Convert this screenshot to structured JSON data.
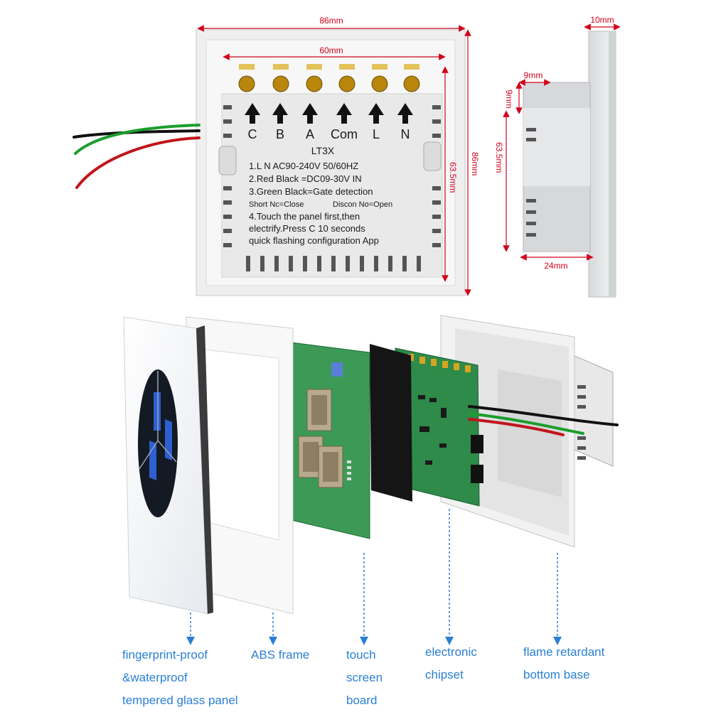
{
  "dimensions": {
    "front_width": "86mm",
    "inner_width": "60mm",
    "front_height": "86mm",
    "inner_height": "63.5mm",
    "side_thickness": "10mm",
    "side_offset_x": "9mm",
    "side_offset_y": "9mm",
    "side_height": "63.5mm",
    "side_depth": "24mm"
  },
  "terminals": [
    "C",
    "B",
    "A",
    "Com",
    "L",
    "N"
  ],
  "back_label": {
    "model": "LT3X",
    "lines": [
      "1.L N AC90-240V 50/60HZ",
      "2.Red Black =DC09-30V IN",
      "3.Green Black=Gate detection"
    ],
    "short_left": "Short Nc=Close",
    "short_right": "Discon No=Open",
    "instructions": [
      "4.Touch the panel first,then",
      "electrify.Press C 10 seconds",
      "quick flashing configuration App"
    ]
  },
  "exploded_labels": [
    [
      "fingerprint-proof",
      "&waterproof",
      "tempered glass panel"
    ],
    [
      "ABS frame"
    ],
    [
      "touch",
      "screen",
      "board"
    ],
    [
      "electronic",
      "chipset"
    ],
    [
      "flame retardant",
      "bottom base"
    ]
  ],
  "colors": {
    "dimension": "#d0021b",
    "callout": "#2a7fd4",
    "pcb": "#2e8b4a",
    "brass": "#b8860b",
    "wire_green": "#1a9e2c",
    "wire_red": "#c0141c",
    "wire_black": "#111111"
  }
}
